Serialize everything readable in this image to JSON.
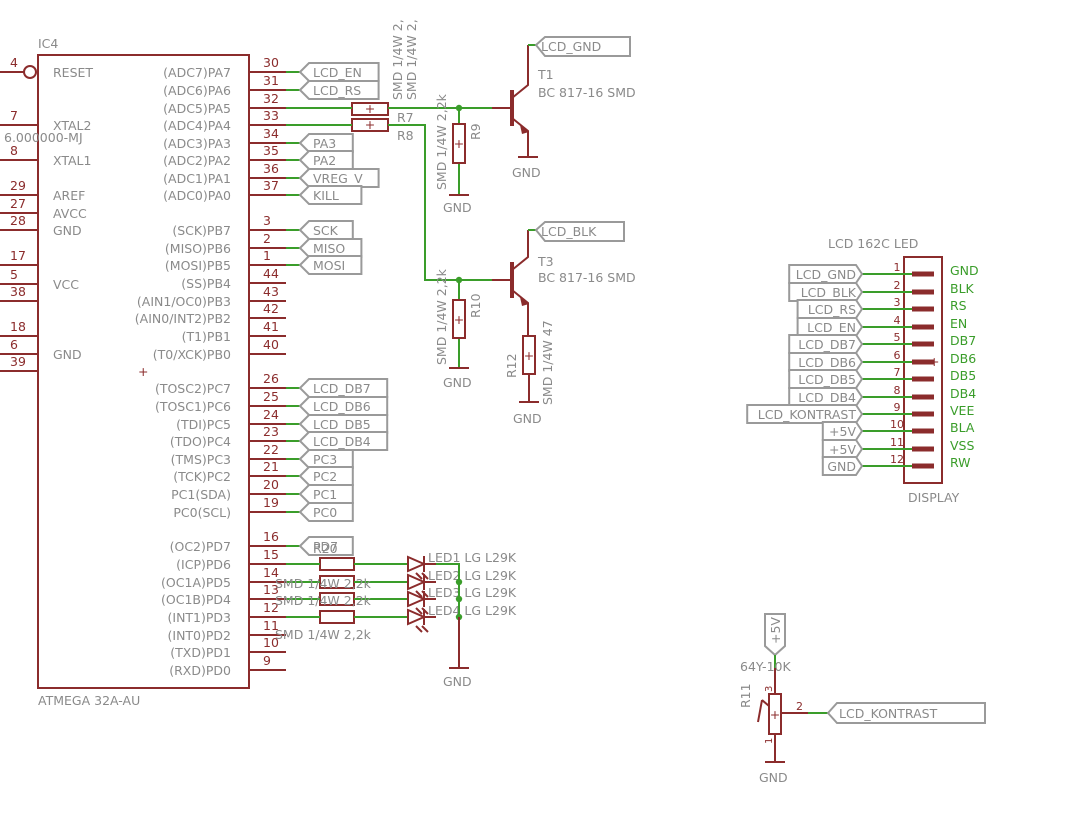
{
  "ic4": {
    "ref": "IC4",
    "part": "ATMEGA 32A-AU",
    "crystal": "6.000000-MJ",
    "left_pins": [
      {
        "num": "4",
        "name": "RESET"
      },
      {
        "num": "7",
        "name": "XTAL2"
      },
      {
        "num": "8",
        "name": "XTAL1"
      },
      {
        "num": "29",
        "name": "AREF"
      },
      {
        "num": "27",
        "name": "AVCC"
      },
      {
        "num": "28",
        "name": "GND"
      },
      {
        "num": "17",
        "name": ""
      },
      {
        "num": "5",
        "name": "VCC"
      },
      {
        "num": "38",
        "name": ""
      },
      {
        "num": "18",
        "name": ""
      },
      {
        "num": "6",
        "name": "GND"
      },
      {
        "num": "39",
        "name": ""
      }
    ],
    "right_pins": [
      {
        "num": "30",
        "name": "(ADC7)PA7",
        "net": "LCD_EN"
      },
      {
        "num": "31",
        "name": "(ADC6)PA6",
        "net": "LCD_RS"
      },
      {
        "num": "32",
        "name": "(ADC5)PA5",
        "net": ""
      },
      {
        "num": "33",
        "name": "(ADC4)PA4",
        "net": ""
      },
      {
        "num": "34",
        "name": "(ADC3)PA3",
        "net": "PA3"
      },
      {
        "num": "35",
        "name": "(ADC2)PA2",
        "net": "PA2"
      },
      {
        "num": "36",
        "name": "(ADC1)PA1",
        "net": "VREG_V"
      },
      {
        "num": "37",
        "name": "(ADC0)PA0",
        "net": "KILL"
      },
      {
        "num": "3",
        "name": "(SCK)PB7",
        "net": "SCK"
      },
      {
        "num": "2",
        "name": "(MISO)PB6",
        "net": "MISO"
      },
      {
        "num": "1",
        "name": "(MOSI)PB5",
        "net": "MOSI"
      },
      {
        "num": "44",
        "name": "(SS)PB4",
        "net": ""
      },
      {
        "num": "43",
        "name": "(AIN1/OC0)PB3",
        "net": ""
      },
      {
        "num": "42",
        "name": "(AIN0/INT2)PB2",
        "net": ""
      },
      {
        "num": "41",
        "name": "(T1)PB1",
        "net": ""
      },
      {
        "num": "40",
        "name": "(T0/XCK)PB0",
        "net": ""
      },
      {
        "num": "26",
        "name": "(TOSC2)PC7",
        "net": "LCD_DB7"
      },
      {
        "num": "25",
        "name": "(TOSC1)PC6",
        "net": "LCD_DB6"
      },
      {
        "num": "24",
        "name": "(TDI)PC5",
        "net": "LCD_DB5"
      },
      {
        "num": "23",
        "name": "(TDO)PC4",
        "net": "LCD_DB4"
      },
      {
        "num": "22",
        "name": "(TMS)PC3",
        "net": "PC3"
      },
      {
        "num": "21",
        "name": "(TCK)PC2",
        "net": "PC2"
      },
      {
        "num": "20",
        "name": "PC1(SDA)",
        "net": "PC1"
      },
      {
        "num": "19",
        "name": "PC0(SCL)",
        "net": "PC0"
      },
      {
        "num": "16",
        "name": "(OC2)PD7",
        "net": "PD7"
      },
      {
        "num": "15",
        "name": "(ICP)PD6",
        "net": ""
      },
      {
        "num": "14",
        "name": "(OC1A)PD5",
        "net": ""
      },
      {
        "num": "13",
        "name": "(OC1B)PD4",
        "net": ""
      },
      {
        "num": "12",
        "name": "(INT1)PD3",
        "net": ""
      },
      {
        "num": "11",
        "name": "(INT0)PD2",
        "net": ""
      },
      {
        "num": "10",
        "name": "(TXD)PD1",
        "net": ""
      },
      {
        "num": "9",
        "name": "(RXD)PD0",
        "net": ""
      }
    ]
  },
  "resistors": {
    "r7": "R7",
    "r8": "R8",
    "r9": "R9",
    "r10": "R10",
    "r12": "R12",
    "r11": "R11",
    "r20": "R20",
    "r7_value": "SMD 1/4W 2,",
    "r8_value": "SMD 1/4W 2,",
    "r9_value": "SMD 1/4W 2,2k",
    "r10_value": "SMD 1/4W 2,2k",
    "r12_value": "SMD 1/4W 47",
    "led_res_value": "SMD 1/4W 2,2k",
    "led_res_values": [
      "SMD 1/4W 2,2k",
      "SMD 1/4W 2,2k",
      "SMD 1/4W 2,2k"
    ],
    "r11_value": "64Y-10K"
  },
  "transistors": {
    "t1": "T1",
    "t3": "T3",
    "t1_part": "BC 817-16 SMD",
    "t3_part": "BC 817-16 SMD",
    "t1_collector_net": "LCD_GND",
    "t3_collector_net": "LCD_BLK"
  },
  "leds": [
    {
      "ref": "LED1",
      "part": "LG L29K"
    },
    {
      "ref": "LED2",
      "part": "LG L29K"
    },
    {
      "ref": "LED3",
      "part": "LG L29K"
    },
    {
      "ref": "LED4",
      "part": "LG L29K"
    }
  ],
  "gnd_label": "GND",
  "display": {
    "title": "LCD 162C LED",
    "ref": "DISPLAY",
    "pins": [
      {
        "num": "1",
        "name": "GND",
        "net": "LCD_GND"
      },
      {
        "num": "2",
        "name": "BLK",
        "net": "LCD_BLK"
      },
      {
        "num": "3",
        "name": "RS",
        "net": "LCD_RS"
      },
      {
        "num": "4",
        "name": "EN",
        "net": "LCD_EN"
      },
      {
        "num": "5",
        "name": "DB7",
        "net": "LCD_DB7"
      },
      {
        "num": "6",
        "name": "DB6",
        "net": "LCD_DB6"
      },
      {
        "num": "7",
        "name": "DB5",
        "net": "LCD_DB5"
      },
      {
        "num": "8",
        "name": "DB4",
        "net": "LCD_DB4"
      },
      {
        "num": "9",
        "name": "VEE",
        "net": "LCD_KONTRAST"
      },
      {
        "num": "10",
        "name": "BLA",
        "net": "+5V"
      },
      {
        "num": "11",
        "name": "VSS",
        "net": "+5V"
      },
      {
        "num": "12",
        "name": "RW",
        "net": "GND"
      }
    ]
  },
  "pot": {
    "supply": "+5V",
    "wiper_pin": "2",
    "top_pin": "3",
    "bottom_pin": "1",
    "net": "LCD_KONTRAST"
  },
  "colors": {
    "net": "#3a9d2a",
    "part": "#8b2c2c",
    "label": "#8a8a8a"
  }
}
